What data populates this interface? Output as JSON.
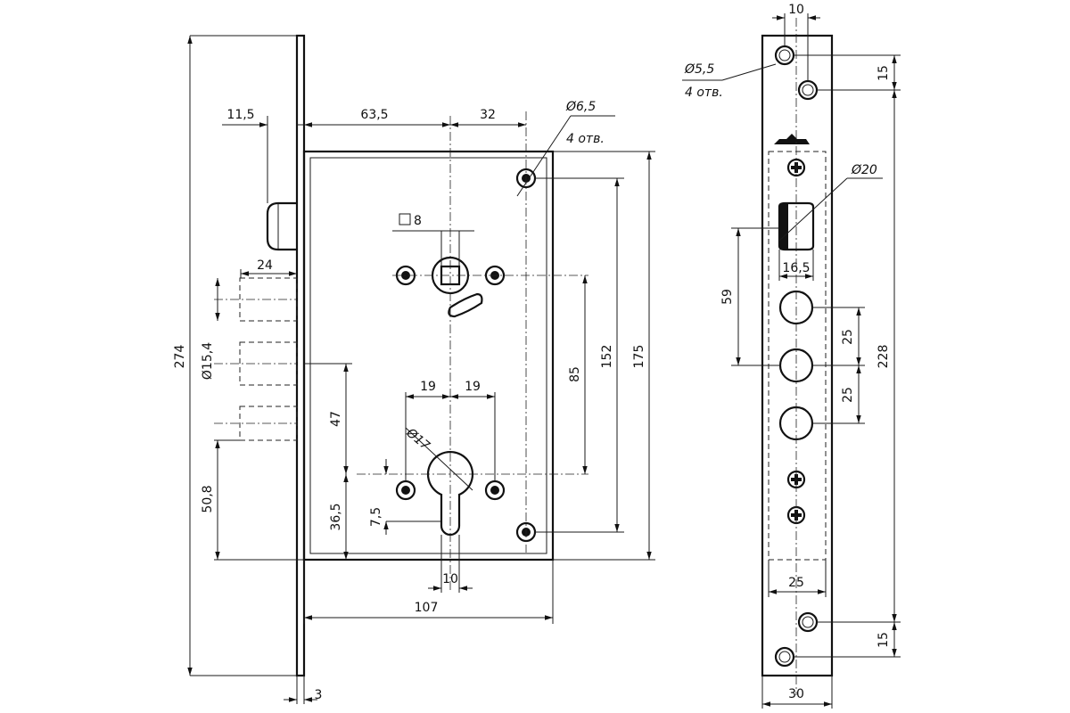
{
  "front_view": {
    "dimensions": {
      "faceplate_length": "274",
      "faceplate_thickness": "3",
      "bolt_offset": "11,5",
      "bolt_length": "24",
      "bolt_diameter": "Ø15,4",
      "backset_handle": "63,5",
      "handle_to_holes": "32",
      "mount_holes": "Ø6,5",
      "mount_holes_count": "4 отв.",
      "spindle_square": "8",
      "body_height": "175",
      "holes_spacing": "152",
      "handle_to_cylinder": "85",
      "bolt_to_cylinder": "47",
      "bolt_height": "50,8",
      "cylinder_height": "36,5",
      "cylinder_hole_diameter": "Ø17",
      "cylinder_slot_offset": "7,5",
      "cylinder_slot_width": "10",
      "cylinder_holes_left": "19",
      "cylinder_holes_right": "19",
      "body_width": "107"
    }
  },
  "side_view": {
    "dimensions": {
      "top_hole_offset": "10",
      "screw_holes": "Ø5,5",
      "screw_holes_count": "4 отв.",
      "top_spacing": "15",
      "cylinder_diameter": "Ø20",
      "cylinder_width": "16,5",
      "cylinder_to_bolt": "59",
      "bolt_pitch_1": "25",
      "bolt_pitch_2": "25",
      "strike_length": "228",
      "bottom_width": "25",
      "bottom_spacing": "15",
      "plate_width": "30"
    }
  }
}
